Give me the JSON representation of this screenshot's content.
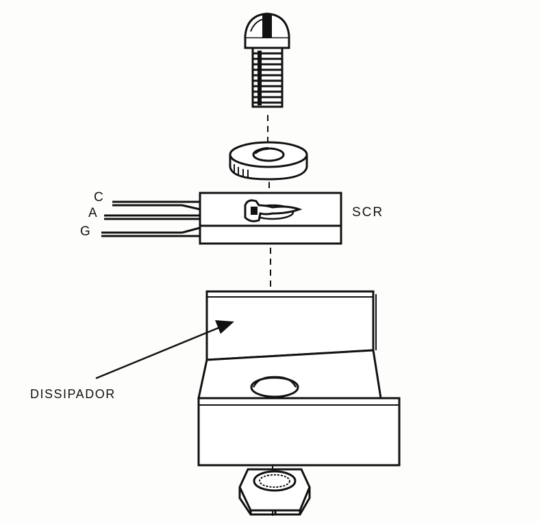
{
  "labels": {
    "cathode": "C",
    "anode": "A",
    "gate": "G",
    "component": "SCR",
    "heatsink": "DISSIPADOR"
  },
  "colors": {
    "ink": "#111111",
    "paper": "#fdfdfc"
  }
}
